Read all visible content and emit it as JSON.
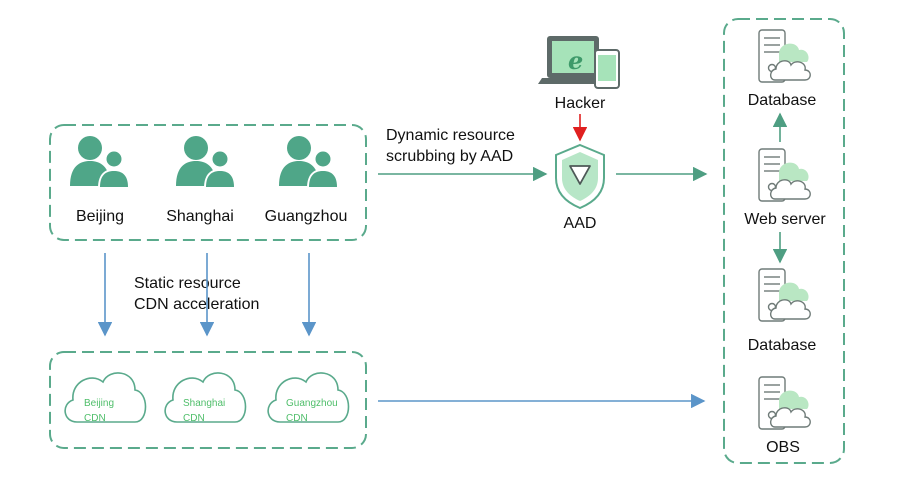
{
  "users": {
    "beijing": "Beijing",
    "shanghai": "Shanghai",
    "guangzhou": "Guangzhou"
  },
  "cdn": {
    "beijing": [
      "Beijing",
      "CDN"
    ],
    "shanghai": [
      "Shanghai",
      "CDN"
    ],
    "guangzhou": [
      "Guangzhou",
      "CDN"
    ]
  },
  "labels": {
    "dynamic_line1": "Dynamic resource",
    "dynamic_line2": "scrubbing by AAD",
    "static_line1": "Static resource",
    "static_line2": "CDN acceleration",
    "hacker": "Hacker",
    "aad": "AAD"
  },
  "servers": {
    "database_top": "Database",
    "web_server": "Web server",
    "database_bottom": "Database",
    "obs": "OBS"
  },
  "colors": {
    "accent_green": "#4fa688",
    "flow_green": "#4e9e82",
    "flow_blue": "#5b95c9",
    "attack_red": "#e02020"
  },
  "icons": {
    "user": "user-group-icon",
    "server": "server-cloud-icon",
    "cdn": "cloud-icon",
    "shield": "shield-icon",
    "hacker": "laptop-phone-icon"
  }
}
